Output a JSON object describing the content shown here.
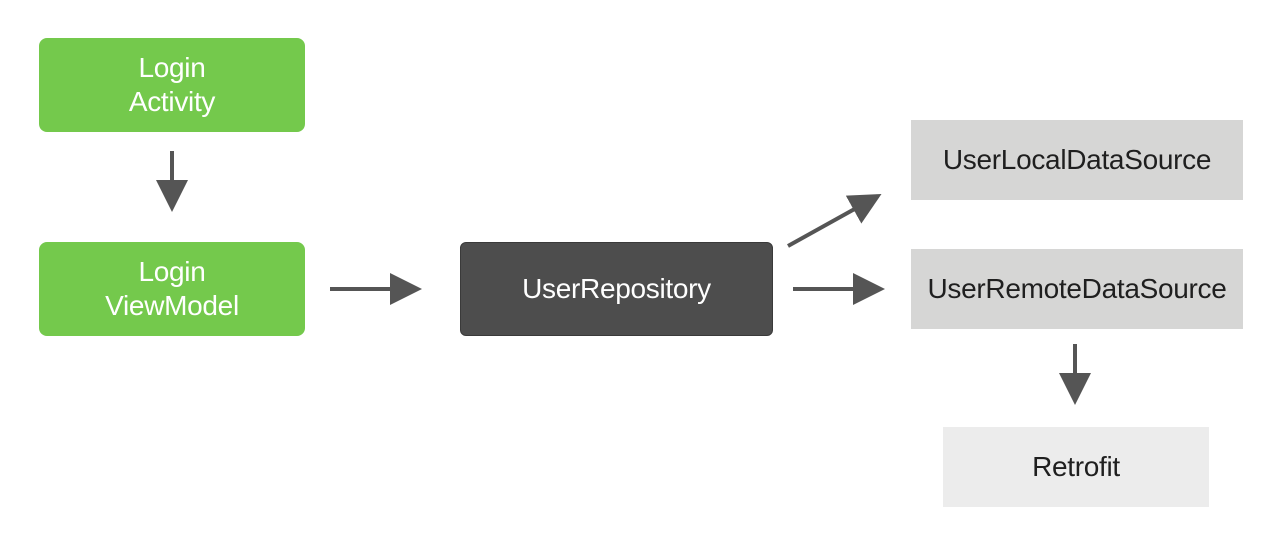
{
  "nodes": {
    "login_activity": {
      "line1": "Login",
      "line2": "Activity"
    },
    "login_viewmodel": {
      "line1": "Login",
      "line2": "ViewModel"
    },
    "user_repository": {
      "label": "UserRepository"
    },
    "user_local_data_source": {
      "label": "UserLocalDataSource"
    },
    "user_remote_data_source": {
      "label": "UserRemoteDataSource"
    },
    "retrofit": {
      "label": "Retrofit"
    }
  },
  "edges": [
    {
      "from": "login_activity",
      "to": "login_viewmodel"
    },
    {
      "from": "login_viewmodel",
      "to": "user_repository"
    },
    {
      "from": "user_repository",
      "to": "user_local_data_source"
    },
    {
      "from": "user_repository",
      "to": "user_remote_data_source"
    },
    {
      "from": "user_remote_data_source",
      "to": "retrofit"
    }
  ],
  "colors": {
    "view_layer": "#74c94c",
    "repository": "#4d4d4d",
    "data_source": "#d6d6d5",
    "library": "#ececec",
    "arrow": "#555555"
  }
}
